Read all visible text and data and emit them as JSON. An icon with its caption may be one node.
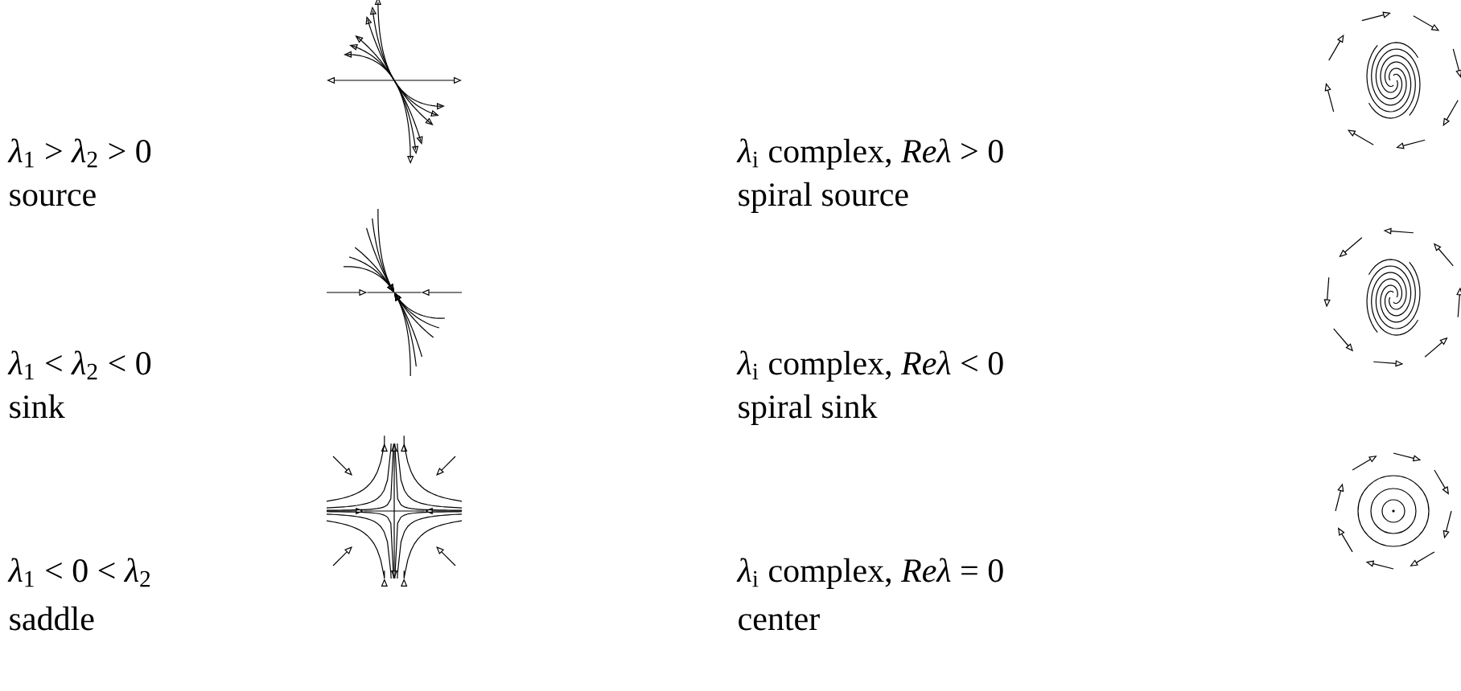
{
  "diagram": {
    "labels": [
      "*λ*$_{1}$ > *λ*$_{2}$ > 0",
      "source",
      "*λ*$_{i}$ complex, *Reλ* > 0",
      "spiral source",
      "*λ*$_{1}$ < *λ*$_{2}$ < 0",
      "sink",
      "*λ*$_{i}$ complex, *Reλ* < 0",
      "spiral sink",
      "*λ*$_{1}$ < 0 < *λ*$_{2}$",
      "saddle",
      "*λ*$_{i}$ complex, *Reλ* = 0",
      "center"
    ]
  }
}
